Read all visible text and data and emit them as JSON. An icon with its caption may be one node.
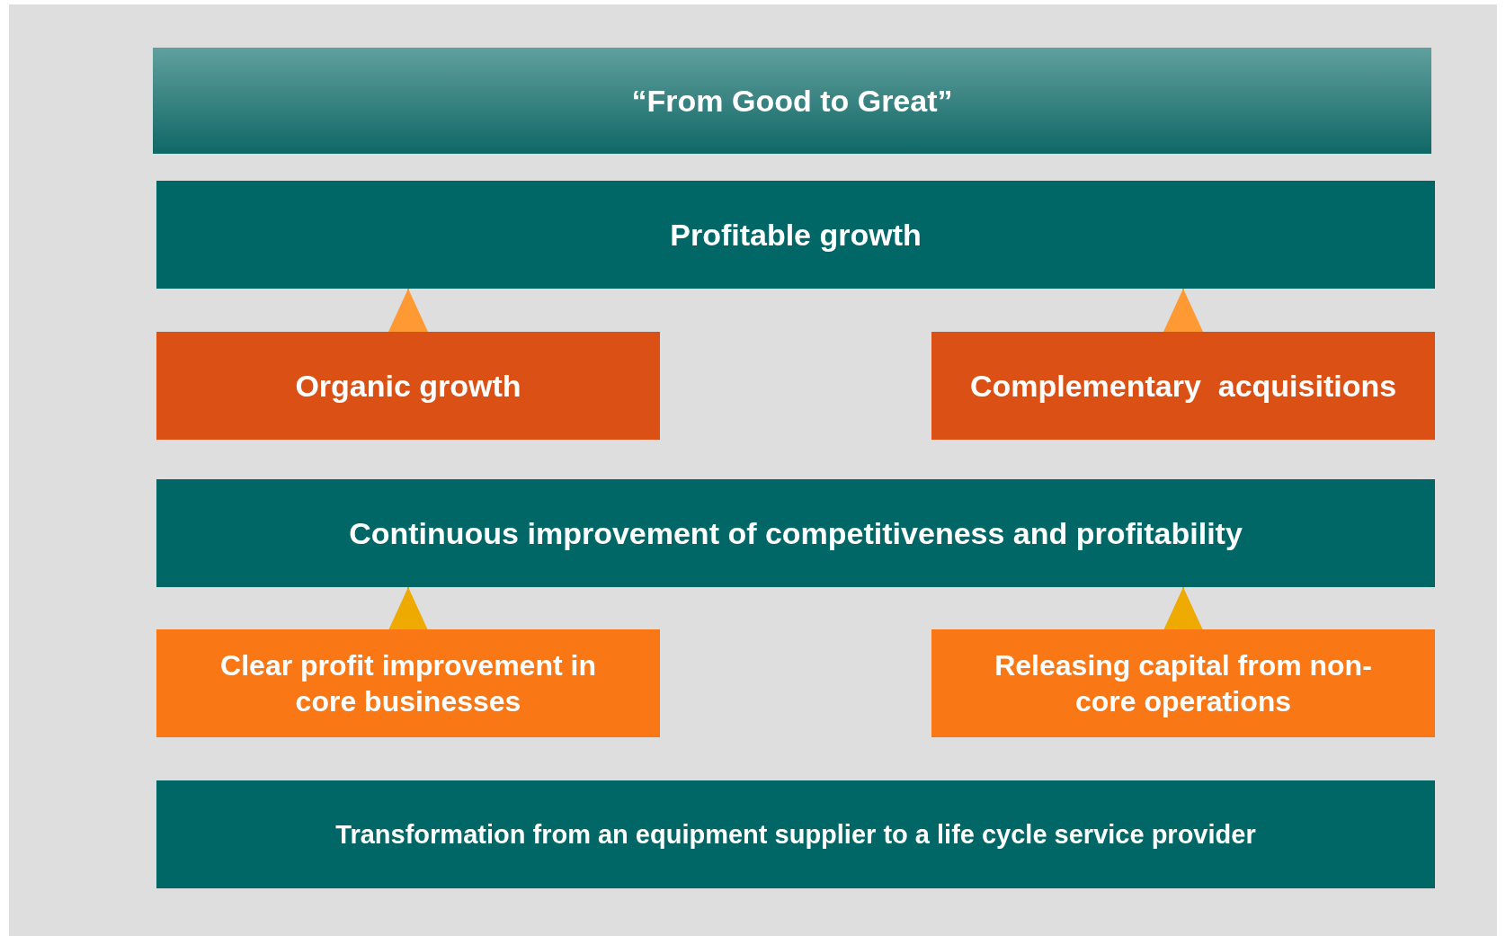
{
  "diagram": {
    "nodes": [
      {
        "text": [
          "“From Good to Great”"
        ]
      },
      {
        "text": [
          "Profitable growth"
        ]
      },
      {
        "text": [
          "Organic growth"
        ]
      },
      {
        "text": [
          "Complementary  acquisitions"
        ]
      },
      {
        "text": [
          "Continuous improvement of competitiveness and profitability"
        ]
      },
      {
        "text": [
          "Clear profit improvement in core businesses"
        ]
      },
      {
        "text": [
          "Releasing capital from non-core operations"
        ]
      },
      {
        "text": [
          "Transformation from an equipment supplier to a life cycle service provider"
        ]
      }
    ],
    "edges": [
      {
        "from": 2,
        "to": 1,
        "arrow": "to",
        "color": "#ff9933"
      },
      {
        "from": 3,
        "to": 1,
        "arrow": "to",
        "color": "#ff9933"
      },
      {
        "from": 5,
        "to": 4,
        "arrow": "to",
        "color": "#eeaa00"
      },
      {
        "from": 6,
        "to": 4,
        "arrow": "to",
        "color": "#eeaa00"
      }
    ]
  }
}
